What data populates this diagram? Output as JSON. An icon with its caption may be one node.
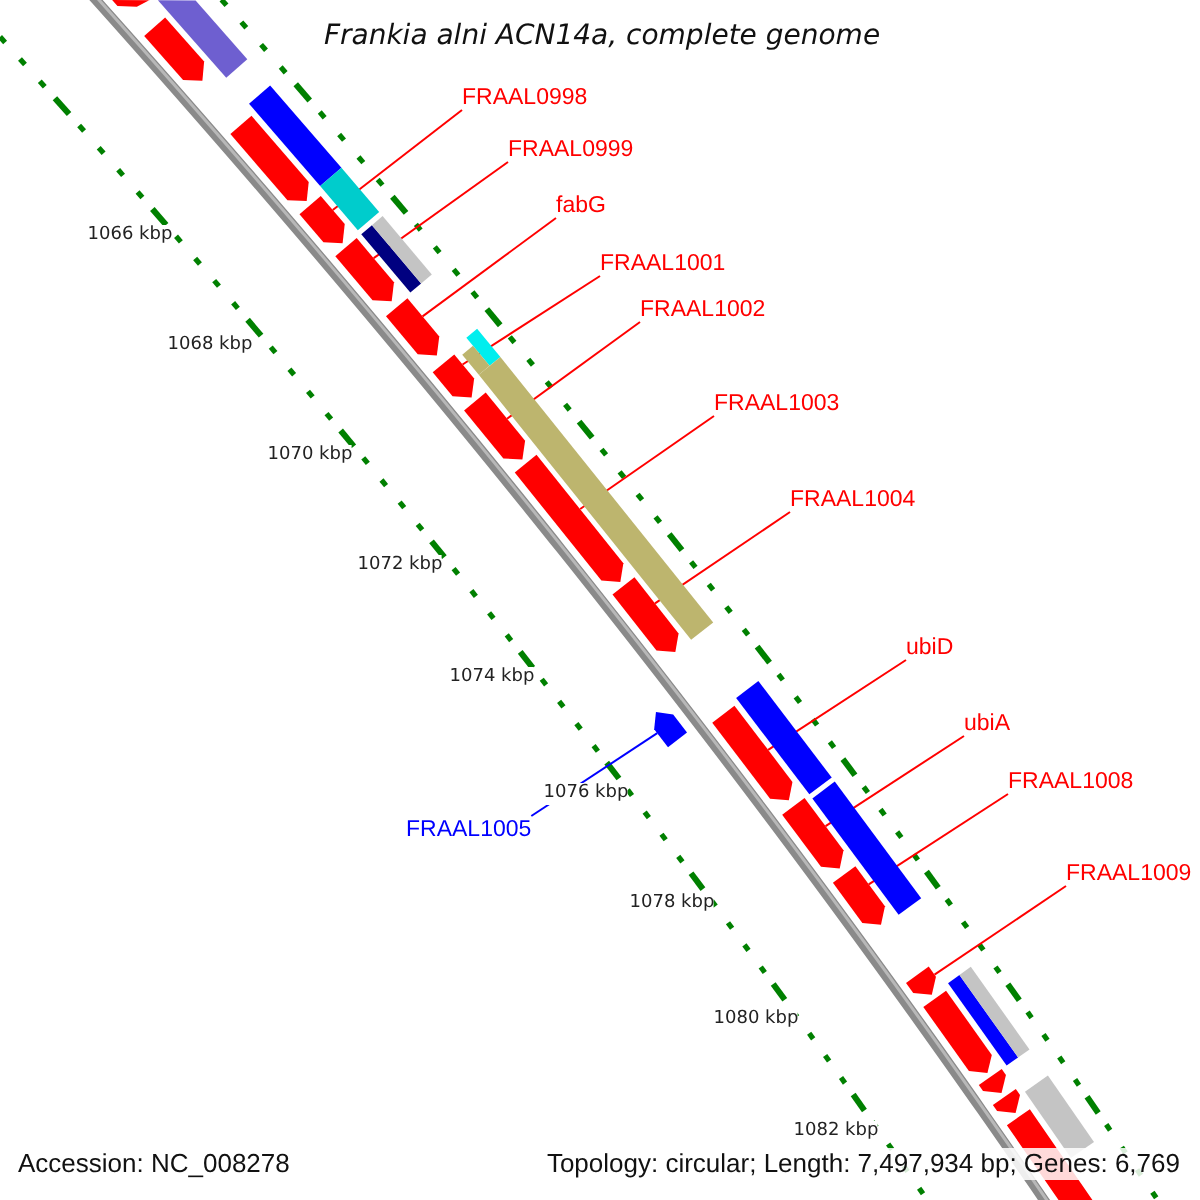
{
  "diagram": {
    "title": "Frankia alni ACN14a, complete genome",
    "nodes": [
      {
        "text": [
          "FRAAL0998"
        ]
      },
      {
        "text": [
          "FRAAL0999"
        ]
      },
      {
        "text": [
          "fabG"
        ]
      },
      {
        "text": [
          "FRAAL1001"
        ]
      },
      {
        "text": [
          "FRAAL1002"
        ]
      },
      {
        "text": [
          "FRAAL1003"
        ]
      },
      {
        "text": [
          "FRAAL1004"
        ]
      },
      {
        "text": [
          "ubiD"
        ]
      },
      {
        "text": [
          "ubiA"
        ]
      },
      {
        "text": [
          "FRAAL1008"
        ]
      },
      {
        "text": [
          "FRAAL1005"
        ]
      },
      {
        "text": [
          "FRAAL1009"
        ]
      },
      {
        "text": [],
        "shape": "bar"
      },
      {
        "text": [],
        "shape": "bar"
      },
      {
        "text": [],
        "shape": "bar"
      },
      {
        "text": [],
        "shape": "bar"
      },
      {
        "text": [],
        "shape": "bar"
      },
      {
        "text": [],
        "shape": "bar"
      },
      {
        "text": [],
        "shape": "bar"
      },
      {
        "text": [],
        "shape": "bar"
      },
      {
        "text": [],
        "shape": "bar"
      },
      {
        "text": [],
        "shape": "bar"
      },
      {
        "text": [],
        "shape": "bar"
      },
      {
        "text": [],
        "shape": "bar"
      },
      {
        "text": [],
        "shape": "bar"
      },
      {
        "text": [],
        "shape": "bar"
      },
      {
        "text": [],
        "shape": "bar"
      },
      {
        "text": [],
        "shape": "bar"
      },
      {
        "text": [],
        "shape": "bar"
      },
      {
        "text": [],
        "shape": "bar"
      },
      {
        "text": [],
        "shape": "bar"
      },
      {
        "text": [],
        "shape": "bar"
      },
      {
        "text": [],
        "shape": "bar"
      },
      {
        "text": [],
        "shape": "bar"
      },
      {
        "text": [],
        "shape": "bar"
      },
      {
        "text": [],
        "shape": "bar"
      },
      {
        "text": [],
        "shape": "bar"
      },
      {
        "text": [],
        "shape": "bar"
      },
      {
        "text": [],
        "shape": "bar"
      },
      {
        "text": [],
        "shape": "bar"
      },
      {
        "text": [],
        "shape": "bar"
      },
      {
        "text": [],
        "shape": "bar"
      },
      {
        "text": [],
        "shape": "bar"
      },
      {
        "text": [],
        "shape": "bar"
      }
    ],
    "edges": [
      {
        "from": 0,
        "to": 18,
        "arrow": "none"
      },
      {
        "from": 1,
        "to": 19,
        "arrow": "none"
      },
      {
        "from": 2,
        "to": 22,
        "arrow": "none"
      },
      {
        "from": 3,
        "to": 24,
        "arrow": "none"
      },
      {
        "from": 4,
        "to": 27,
        "arrow": "none"
      },
      {
        "from": 5,
        "to": 28,
        "arrow": "none"
      },
      {
        "from": 6,
        "to": 29,
        "arrow": "none"
      },
      {
        "from": 7,
        "to": 32,
        "arrow": "none"
      },
      {
        "from": 8,
        "to": 33,
        "arrow": "none"
      },
      {
        "from": 9,
        "to": 35,
        "arrow": "none"
      },
      {
        "from": 10,
        "to": 30,
        "arrow": "none",
        "color": "#0000ff"
      },
      {
        "from": 11,
        "to": 36,
        "arrow": "none"
      }
    ],
    "labels": [
      "1066 kbp",
      "1068 kbp",
      "1070 kbp",
      "1072 kbp",
      "1074 kbp",
      "1076 kbp",
      "1078 kbp",
      "1080 kbp",
      "1082 kbp",
      "Accession: NC_008278",
      "Topology: circular; Length: 7,497,934 bp; Genes: 6,769"
    ]
  }
}
